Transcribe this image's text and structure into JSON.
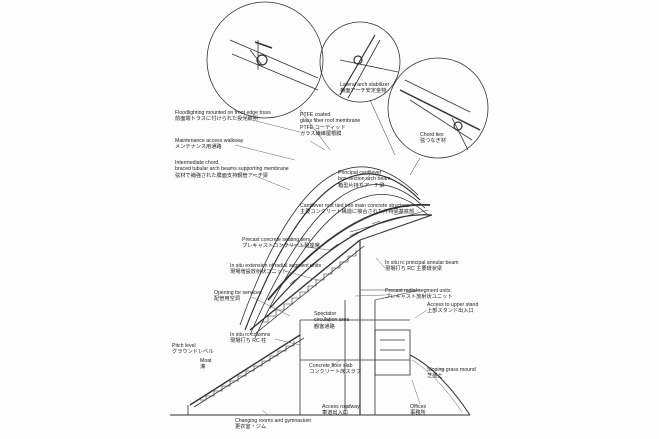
{
  "labels": {
    "floodlight": {
      "en": "Floodlighting mounted on front edge truss",
      "jp": "前面端トラスに付けられた投光照明"
    },
    "maintenance": {
      "en": "Maintenance access walkway",
      "jp": "メンテナンス用通路"
    },
    "ptfe": {
      "en1": "PTFE coated",
      "en2": "glass fiber roof membrane",
      "jp1": "PTFE コーティッド",
      "jp2": "ガラス繊維屋根膜"
    },
    "lateral": {
      "en": "Lateral arch stabilizer",
      "jp": "横面アーチ安定金物"
    },
    "chord_ties": {
      "en": "Chord ties",
      "jp": "弦つなぎ材"
    },
    "intermediate": {
      "en1": "Intermediate chord,",
      "en2": "braced tubular arch beams supporting membrane",
      "jp": "弦材で補強された膜面支持鋼管アーチ梁"
    },
    "principal": {
      "en1": "Principal cantilever",
      "en2": "box-section arch beam",
      "jp": "箱型片持ちアーチ梁"
    },
    "cantilever_root": {
      "en": "Cantilever root tied into main concrete structure",
      "jp": "主要コンクリート構造に接合された片持梁基底部"
    },
    "precast_tiers": {
      "en": "Precast concrete seating tiers",
      "jp": "プレキャストコンクリート製座席"
    },
    "radial_ext": {
      "en": "In situ extension of radial segment units",
      "jp": "現場増設放射状ユニット"
    },
    "annular": {
      "en": "In situ rc principal annular beam",
      "jp": "現場打ち RC 主要環状梁"
    },
    "precast_radial": {
      "en": "Precast radial segment units",
      "jp": "プレキャスト放射状ユニット"
    },
    "services": {
      "en": "Opening for services",
      "jp": "配管用空洞"
    },
    "upper_stand": {
      "en": "Access to upper stand",
      "jp": "上部スタンド出入口"
    },
    "columns": {
      "en": "In situ rc columns",
      "jp": "現場打ち RC 柱"
    },
    "circulation": {
      "en1": "Spectator",
      "en2": "circulation area",
      "jp": "観客通路"
    },
    "pitch": {
      "en": "Pitch level",
      "jp": "グラウンドレベル"
    },
    "moat": {
      "en": "Moat",
      "jp": "濠"
    },
    "floor_slab": {
      "en": "Concrete floor slab",
      "jp": "コンクリート床スラブ"
    },
    "grass": {
      "en": "Sloping grass mound",
      "jp": "芝盛土"
    },
    "changing": {
      "en": "Changing rooms and gymnasium",
      "jp": "更衣室・ジム"
    },
    "roadway": {
      "en": "Access roadway",
      "jp": "車道出入口"
    },
    "offices": {
      "en": "Offices",
      "jp": "事務所"
    }
  }
}
